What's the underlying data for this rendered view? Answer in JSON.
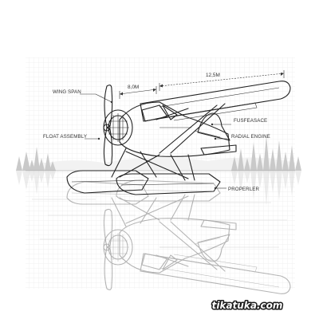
{
  "labels": {
    "wing_span": "WING SPAN",
    "float_assembly": "FLOAT ASSEMBLY",
    "fuselage": "FUSFEASACE",
    "radial_engine": "RADIAL ENGINE",
    "propeller": "PROPERLER"
  },
  "dimensions": {
    "span_value": "12,5M",
    "chord_value": "8,0M"
  },
  "watermark": {
    "text": "tikatuka.com",
    "color": "#1a1a1a"
  }
}
